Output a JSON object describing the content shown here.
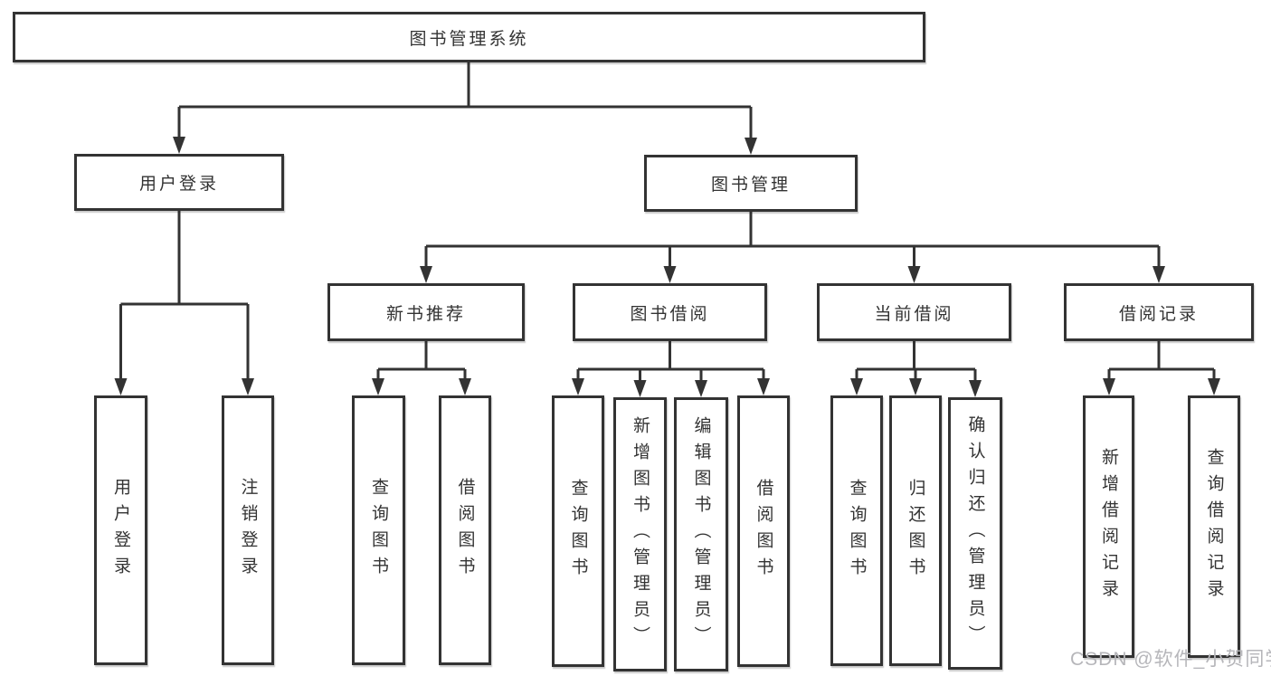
{
  "diagram": {
    "tree": {
      "root": {
        "label": "图书管理系统",
        "children": [
          {
            "label": "用户登录",
            "children": [
              {
                "label": "用户登录"
              },
              {
                "label": "注销登录"
              }
            ]
          },
          {
            "label": "图书管理",
            "children": [
              {
                "label": "新书推荐",
                "children": [
                  {
                    "label": "查询图书"
                  },
                  {
                    "label": "借阅图书"
                  }
                ]
              },
              {
                "label": "图书借阅",
                "children": [
                  {
                    "label": "查询图书"
                  },
                  {
                    "label": "新增图书（管理员）"
                  },
                  {
                    "label": "编辑图书（管理员）"
                  },
                  {
                    "label": "借阅图书"
                  }
                ]
              },
              {
                "label": "当前借阅",
                "children": [
                  {
                    "label": "查询图书"
                  },
                  {
                    "label": "归还图书"
                  },
                  {
                    "label": "确认归还（管理员）"
                  }
                ]
              },
              {
                "label": "借阅记录",
                "children": [
                  {
                    "label": "新增借阅记录"
                  },
                  {
                    "label": "查询借阅记录"
                  }
                ]
              }
            ]
          }
        ]
      }
    }
  },
  "watermark": {
    "text": "CSDN @软件_小贺同学",
    "color": "#b6b6ba"
  },
  "colors": {
    "line": "#333333",
    "text": "#333333",
    "background": "#ffffff"
  }
}
